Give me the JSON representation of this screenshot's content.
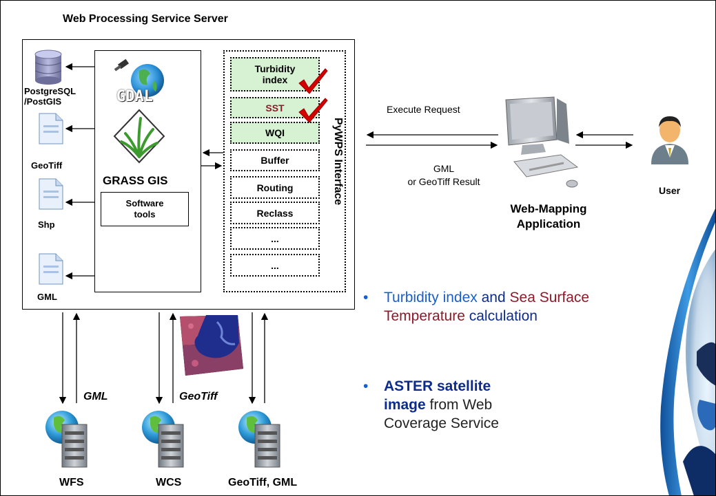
{
  "server": {
    "title": "Web Processing Service Server"
  },
  "storage": {
    "postgres": "PostgreSQL\n/PostGIS",
    "geotiff": "GeoTiff",
    "shp": "Shp",
    "gml": "GML"
  },
  "grass": {
    "gdal_logo": "GDAL",
    "title": "GRASS GIS",
    "tools": "Software\ntools"
  },
  "pywps": {
    "interface_label": "PyWPS Interface",
    "processes": [
      {
        "label": "Turbidity\nindex",
        "highlighted": true,
        "checked": true
      },
      {
        "label": "SST",
        "highlighted": true,
        "checked": true,
        "color": "#8b1a2a"
      },
      {
        "label": "WQI",
        "highlighted": true,
        "checked": false
      },
      {
        "label": "Buffer",
        "highlighted": false,
        "checked": false
      },
      {
        "label": "Routing",
        "highlighted": false,
        "checked": false
      },
      {
        "label": "Reclass",
        "highlighted": false,
        "checked": false
      },
      {
        "label": "...",
        "highlighted": false,
        "checked": false
      },
      {
        "label": "...",
        "highlighted": false,
        "checked": false
      }
    ]
  },
  "flow": {
    "execute_request": "Execute Request",
    "result_line1": "GML",
    "result_line2": "or GeoTiff Result"
  },
  "client": {
    "app_line1": "Web-Mapping",
    "app_line2": "Application",
    "user": "User"
  },
  "services": {
    "wfs": "WFS",
    "wcs": "WCS",
    "other": "GeoTiff, GML",
    "gml_arrow": "GML",
    "geotiff_arrow": "GeoTiff"
  },
  "bullets": {
    "b1_part1": "Turbidity index",
    "b1_part2": " and ",
    "b1_part3": "Sea Surface Temperature",
    "b1_part4": " calculation",
    "b2_part1": "ASTER satellite image",
    "b2_part2": " from Web Coverage Service"
  },
  "colors": {
    "highlight_bg": "#d7f2d3",
    "turbidity_text": "#1a5fc8",
    "sst_text": "#8b1a2a",
    "aster_text": "#0d2b8c",
    "bullet_dot": "#1a5fc8",
    "checkmark": "#d40000",
    "globe_blue": "#1e6fc8"
  },
  "icons": [
    "database-icon",
    "document-icon",
    "gdal-logo",
    "grass-logo",
    "checkmark-icon",
    "computer-icon",
    "user-icon",
    "server-globe-icon",
    "satellite-image"
  ]
}
